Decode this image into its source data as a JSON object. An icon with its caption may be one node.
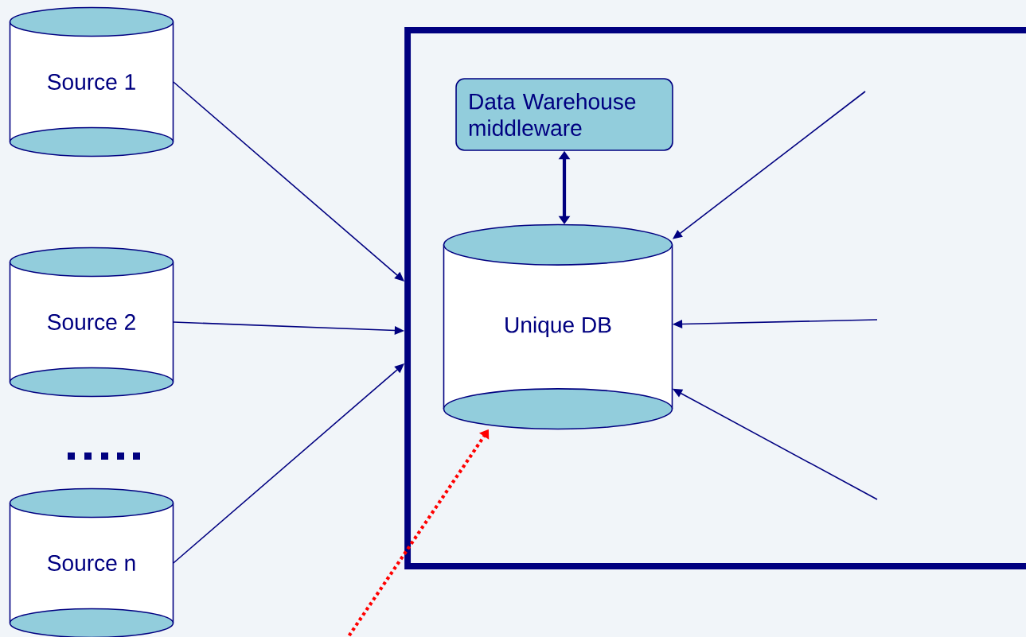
{
  "diagram": {
    "nodes": [
      {
        "text": [
          "Source 1"
        ]
      },
      {
        "text": [
          "Source 2"
        ]
      },
      {
        "text": [
          "Source n"
        ]
      },
      {
        "text": [],
        "shape": "box"
      },
      {
        "text": [
          "Data Warehouse middleware"
        ],
        "in": 3
      },
      {
        "text": [
          "Unique DB"
        ],
        "in": 3
      }
    ],
    "edges": [
      {
        "from": 0,
        "to": 3,
        "arrow": "to"
      },
      {
        "from": 1,
        "to": 3,
        "arrow": "to"
      },
      {
        "from": 2,
        "to": 3,
        "arrow": "to"
      },
      {
        "from": 4,
        "to": 5,
        "arrow": "both",
        "style": "thick"
      },
      {
        "from": null,
        "to": 5,
        "arrow": "to"
      },
      {
        "from": null,
        "to": 5,
        "arrow": "to"
      },
      {
        "from": null,
        "to": 5,
        "arrow": "to"
      },
      {
        "from": null,
        "to": 5,
        "arrow": "to",
        "style": "dashed",
        "color": "#ff0000"
      }
    ]
  }
}
